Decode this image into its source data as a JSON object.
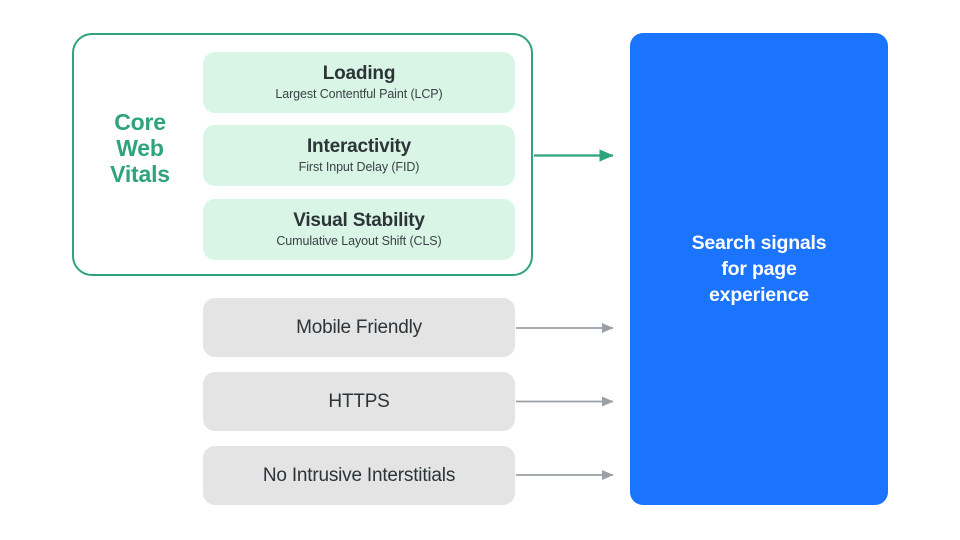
{
  "diagram": {
    "title_group": {
      "label_lines": [
        "Core",
        "Web",
        "Vitals"
      ],
      "accent_color": "#2FA37C"
    },
    "core_web_vitals": [
      {
        "name": "Loading",
        "metric": "Largest Contentful Paint (LCP)"
      },
      {
        "name": "Interactivity",
        "metric": "First Input Delay (FID)"
      },
      {
        "name": "Visual Stability",
        "metric": "Cumulative Layout Shift (CLS)"
      }
    ],
    "other_signals": [
      {
        "name": "Mobile Friendly"
      },
      {
        "name": "HTTPS"
      },
      {
        "name": "No Intrusive Interstitials"
      }
    ],
    "outcome": {
      "label_lines": [
        "Search signals",
        "for page",
        "experience"
      ],
      "background_color": "#1B74FE",
      "text_color": "#FFFFFF"
    },
    "connectors": [
      {
        "from": "core-web-vitals-group",
        "to": "search-signals",
        "color": "#2FA37C"
      },
      {
        "from": "mobile-friendly",
        "to": "search-signals",
        "color": "#9AA0A6"
      },
      {
        "from": "https",
        "to": "search-signals",
        "color": "#9AA0A6"
      },
      {
        "from": "no-intrusive-interstitials",
        "to": "search-signals",
        "color": "#9AA0A6"
      }
    ],
    "colors": {
      "pill_green": "#D9F5E5",
      "pill_gray": "#E4E4E5",
      "text_dark": "#2C3438",
      "canvas": "#FFFFFF"
    }
  }
}
